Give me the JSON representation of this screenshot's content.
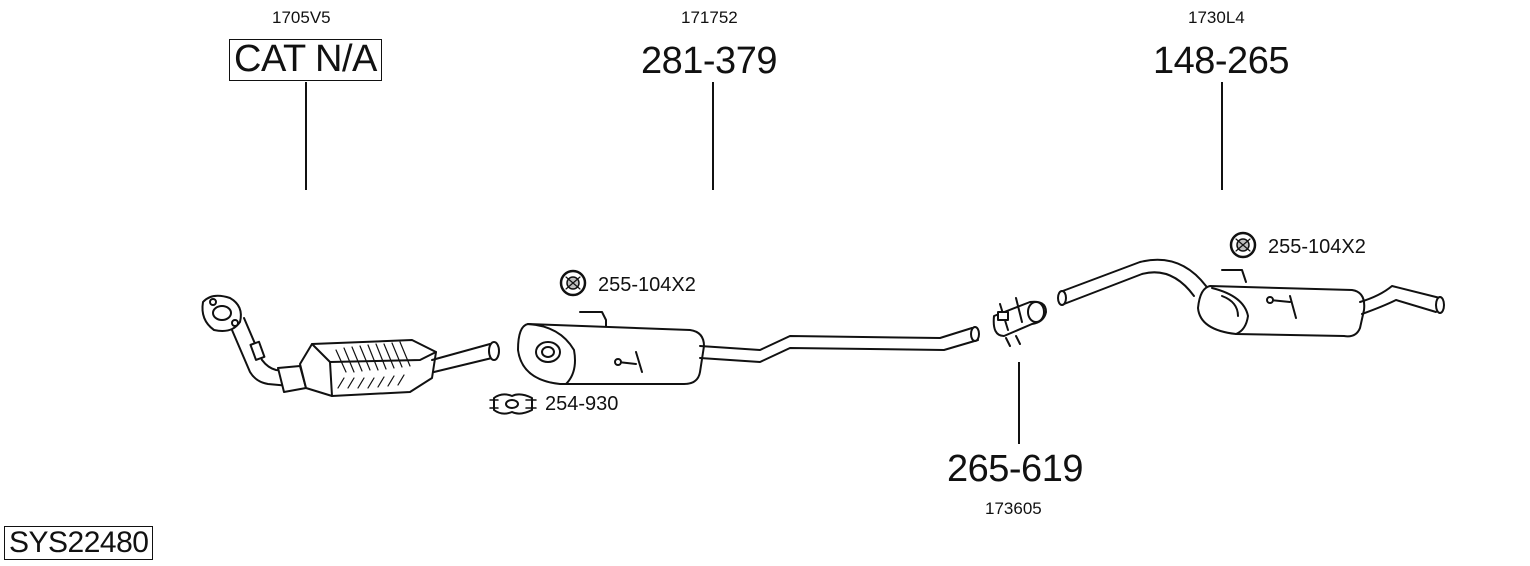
{
  "parts": {
    "catalyst": {
      "code": "1705V5",
      "part_no": "CAT N/A"
    },
    "middle_silencer": {
      "code": "171752",
      "part_no": "281-379"
    },
    "rear_silencer": {
      "code": "1730L4",
      "part_no": "148-265"
    },
    "connector": {
      "code": "173605",
      "part_no": "265-619"
    }
  },
  "accessories": {
    "hanger_middle": "255-104X2",
    "clamp_middle": "254-930",
    "hanger_rear": "255-104X2"
  },
  "system_id": "SYS22480",
  "colors": {
    "line": "#111111",
    "fill_light": "#ffffff",
    "shade": "#bfbfbf"
  }
}
